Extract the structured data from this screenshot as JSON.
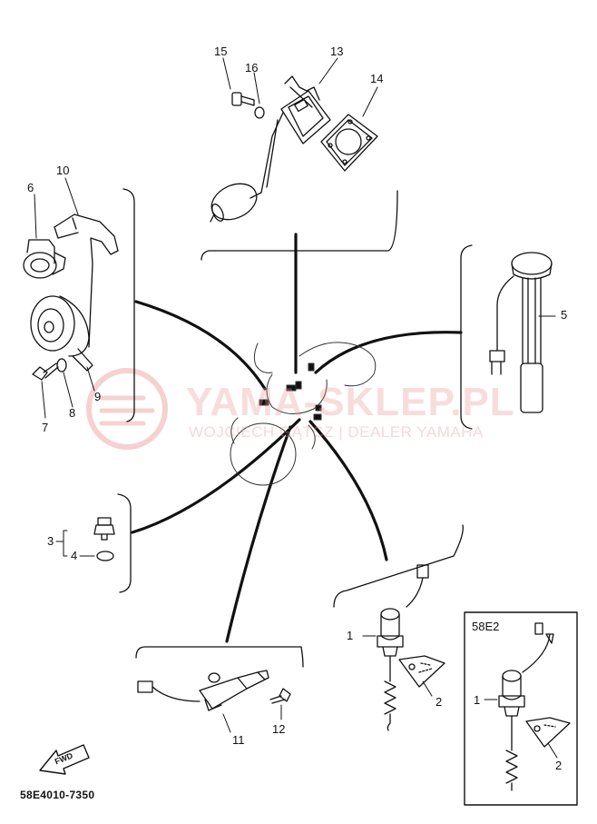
{
  "diagram": {
    "code": "58E4010-7350",
    "inset_title": "58E2",
    "fwd_label": "FWD",
    "watermark": {
      "title": "YAMA-SKLEP.PL",
      "subtitle": "WOJCIECH GĄTCZ | DEALER YAMAHA"
    }
  },
  "callouts": [
    {
      "id": "c15",
      "text": "15"
    },
    {
      "id": "c16",
      "text": "16"
    },
    {
      "id": "c13",
      "text": "13"
    },
    {
      "id": "c14",
      "text": "14"
    },
    {
      "id": "c10",
      "text": "10"
    },
    {
      "id": "c6",
      "text": "6"
    },
    {
      "id": "c5",
      "text": "5"
    },
    {
      "id": "c9",
      "text": "9"
    },
    {
      "id": "c8",
      "text": "8"
    },
    {
      "id": "c7",
      "text": "7"
    },
    {
      "id": "c3",
      "text": "3"
    },
    {
      "id": "c4",
      "text": "4"
    },
    {
      "id": "c1a",
      "text": "1"
    },
    {
      "id": "c2a",
      "text": "2"
    },
    {
      "id": "c11",
      "text": "11"
    },
    {
      "id": "c12",
      "text": "12"
    },
    {
      "id": "c1b",
      "text": "1"
    },
    {
      "id": "c2b",
      "text": "2"
    }
  ]
}
